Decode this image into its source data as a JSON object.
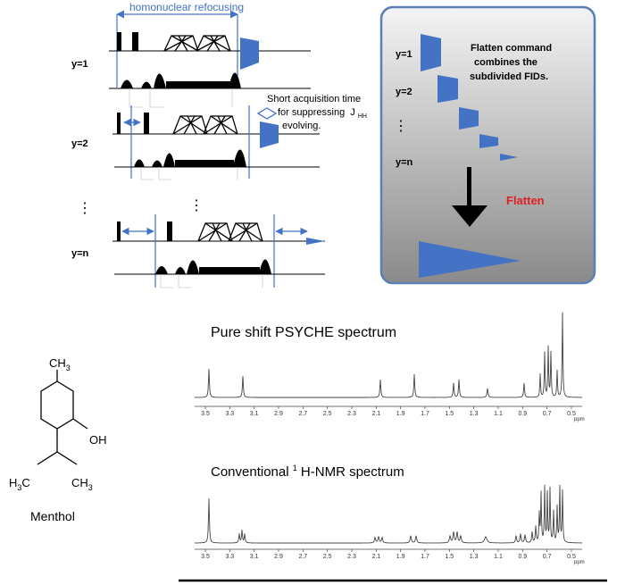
{
  "pulse_sequence": {
    "refocus_label": "homonuclear refocusing",
    "acq_note_line1": "Short acquisition time",
    "acq_note_line2": "for suppressing",
    "acq_note_j": "J",
    "acq_note_sub": "HH",
    "acq_note_line3": "evolving.",
    "rows": [
      {
        "label": "y=1"
      },
      {
        "label": "y=2"
      },
      {
        "label": "y=n"
      }
    ],
    "ellipsis": "⋮"
  },
  "flatten_panel": {
    "rows": [
      "y=1",
      "y=2",
      "y=n"
    ],
    "ellipsis": "⋮",
    "note_line1": "Flatten command",
    "note_line2": "combines the",
    "note_line3": "subdivided FIDs.",
    "action_label": "Flatten",
    "colors": {
      "fid": "#4472c4",
      "action": "#e02020",
      "border": "#5b7fb5"
    }
  },
  "spectra": {
    "psyche_title": "Pure shift PSYCHE spectrum",
    "conventional_title_pre": "Conventional ",
    "conventional_title_sup": "1",
    "conventional_title_post": "H-NMR spectrum",
    "axis_ticks": [
      "3.5",
      "3.3",
      "3.1",
      "2.9",
      "2.7",
      "2.5",
      "2.3",
      "2.1",
      "1.9",
      "1.7",
      "1.5",
      "1.3",
      "1.1",
      "0.9",
      "0.7",
      "0.5"
    ],
    "axis_unit": "ppm"
  },
  "molecule": {
    "methyl_top": "CH",
    "methyl_top_sub": "3",
    "hydroxyl": "OH",
    "methyl_left": "H",
    "methyl_left_sub": "3",
    "methyl_left_c": "C",
    "methyl_right": "CH",
    "methyl_right_sub": "3",
    "name": "Menthol"
  }
}
